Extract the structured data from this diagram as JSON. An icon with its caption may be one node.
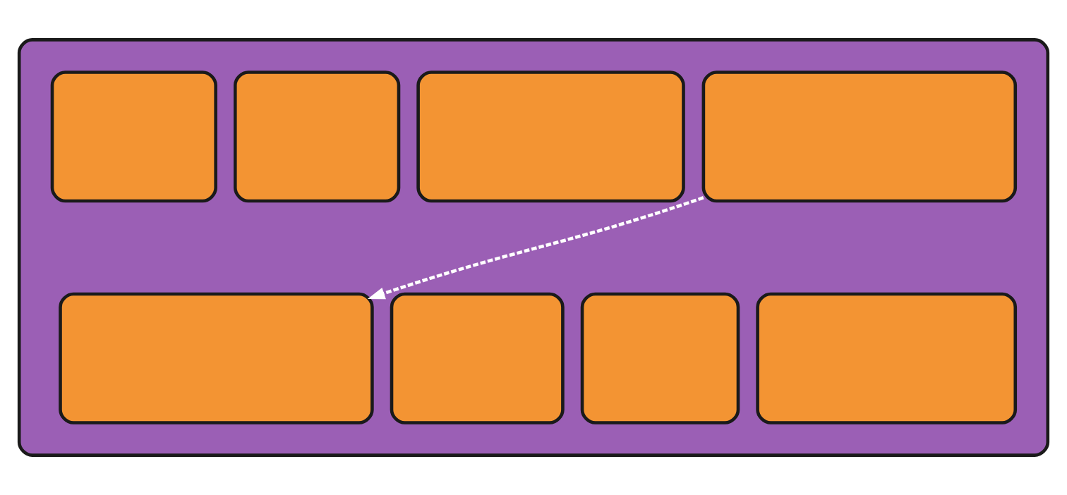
{
  "diagram": {
    "nodes": [
      {
        "text": [],
        "shape": "box"
      },
      {
        "text": [],
        "shape": "box",
        "in": 0
      },
      {
        "text": [],
        "shape": "box",
        "in": 0
      },
      {
        "text": [],
        "shape": "box",
        "in": 0
      },
      {
        "text": [],
        "shape": "box",
        "in": 0
      },
      {
        "text": [],
        "shape": "box",
        "in": 0
      },
      {
        "text": [],
        "shape": "box",
        "in": 0
      },
      {
        "text": [],
        "shape": "box",
        "in": 0
      },
      {
        "text": [],
        "shape": "box",
        "in": 0
      }
    ],
    "edges": [
      {
        "from": 4,
        "to": 5,
        "arrow": "to",
        "style": "dashed",
        "color": "#ffffff"
      }
    ]
  }
}
